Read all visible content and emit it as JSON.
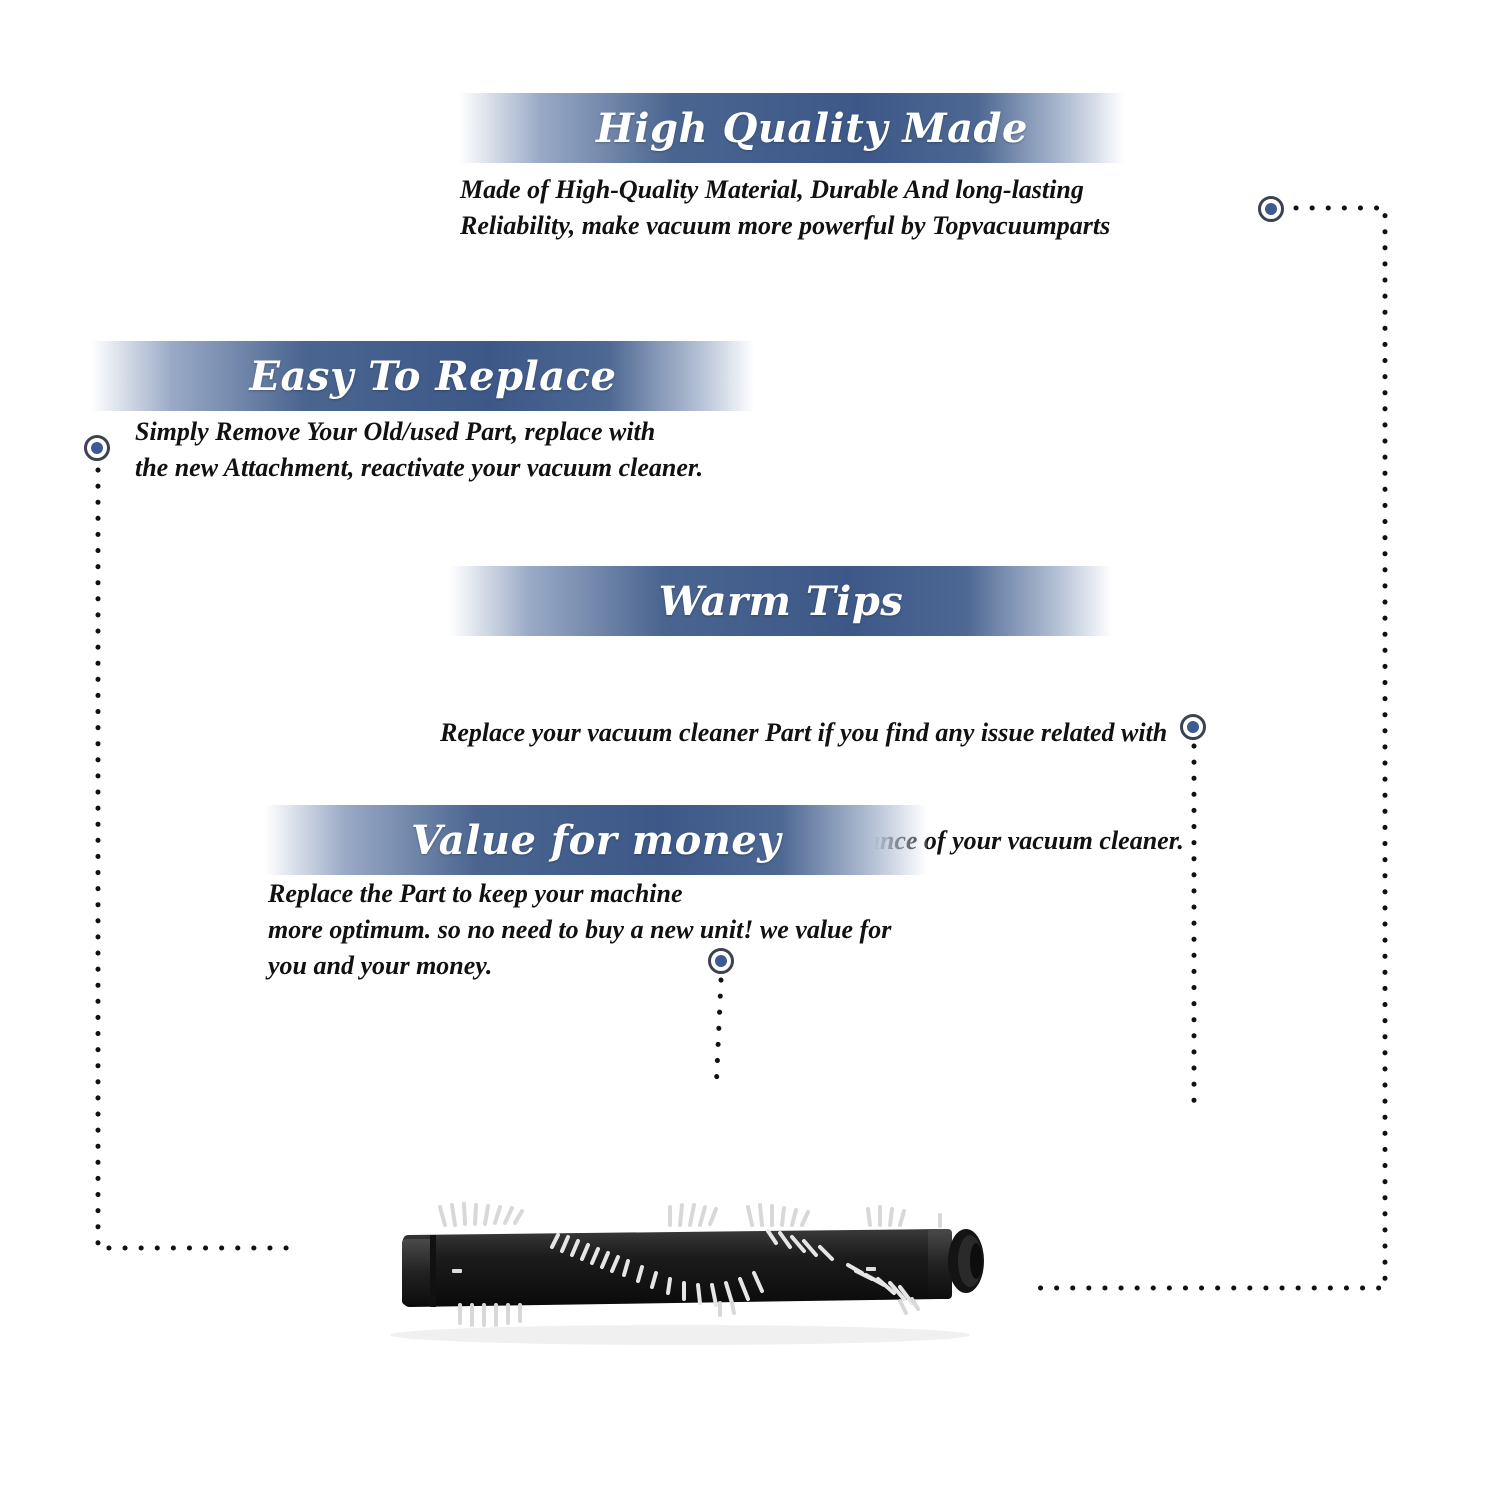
{
  "sections": [
    {
      "title": "High Quality Made",
      "lines": [
        "Made of  High-Quality Material, Durable And long-lasting",
        "Reliability, make vacuum more powerful by Topvacuumparts"
      ]
    },
    {
      "title": "Easy To Replace",
      "lines": [
        "Simply Remove Your Old/used Part, replace with",
        "the new Attachment, reactivate your vacuum cleaner."
      ]
    },
    {
      "title": "Warm Tips",
      "lines": [
        "Replace your vacuum cleaner Part if you find any issue related with",
        " attachment to ensure optimum performance of your vacuum cleaner."
      ]
    },
    {
      "title": "Value for money",
      "lines": [
        "Replace the Part to keep your machine",
        "more optimum. so no need to buy a new unit! we value for",
        "you and your money."
      ]
    }
  ],
  "colors": {
    "banner_blue": "#3d5888",
    "marker_fill": "#3d5a93",
    "marker_ring": "#3b4252",
    "text": "#111111"
  },
  "product": {
    "icon": "brush-roller-illustration"
  }
}
